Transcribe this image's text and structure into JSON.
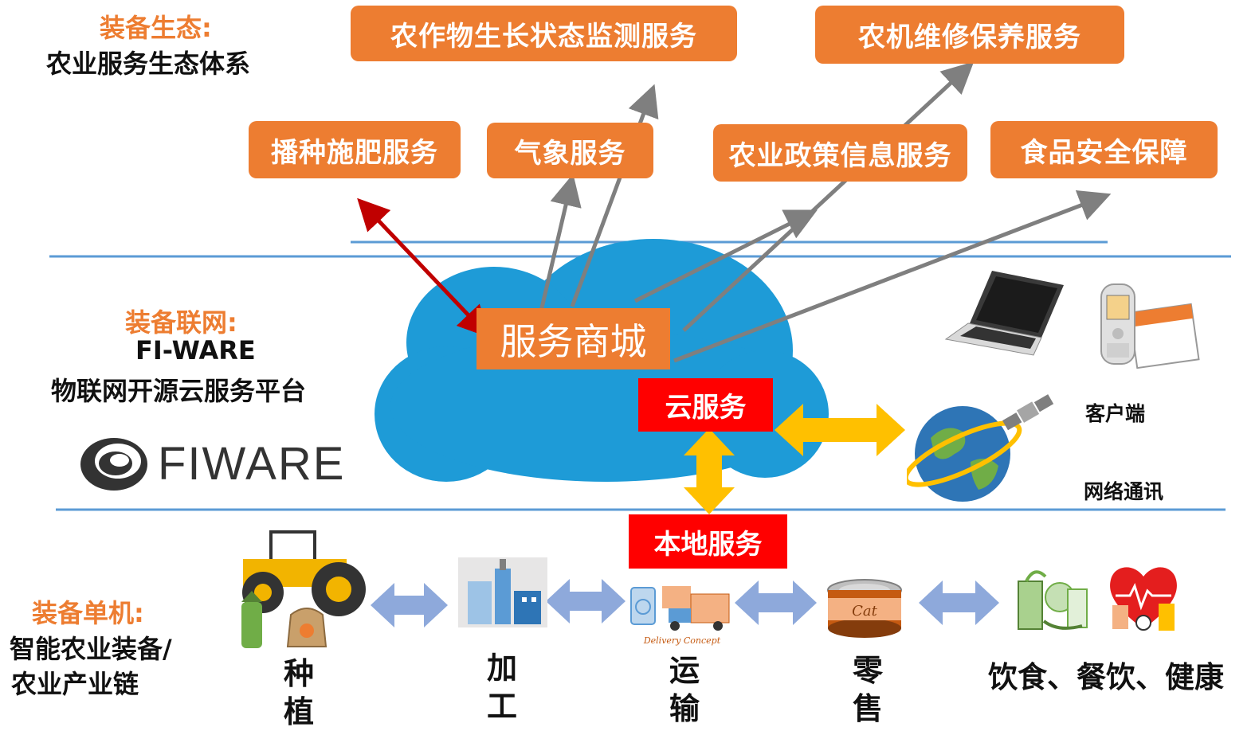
{
  "ecosystem": {
    "heading": "装备生态:",
    "subheading": "农业服务生态体系",
    "services": [
      "农作物生长状态监测服务",
      "农机维修保养服务",
      "播种施肥服务",
      "气象服务",
      "农业政策信息服务",
      "食品安全保障"
    ]
  },
  "network": {
    "heading": "装备联网:",
    "line1": "FI-WARE",
    "line2": "物联网开源云服务平台",
    "logo_text": "FIWARE",
    "mall": "服务商城",
    "cloud_service": "云服务",
    "local_service": "本地服务",
    "client_label": "客户端",
    "network_label": "网络通讯"
  },
  "standalone": {
    "heading": "装备单机:",
    "line1": "智能农业装备/",
    "line2": "农业产业链",
    "chain": [
      "种植",
      "加工",
      "运输",
      "零售",
      "饮食、餐饮、健康"
    ],
    "cat_can_text": "Cat",
    "delivery_caption": "Delivery Concept"
  },
  "colors": {
    "accent": "#ED7D31",
    "cloud": "#1E9BD7",
    "red": "#FF0000",
    "gold": "#FFC000",
    "gray_arrow": "#7F7F7F",
    "red_arrow": "#C00000",
    "chain_arrow": "#8EA9DB",
    "divider": "#5B9BD5"
  }
}
